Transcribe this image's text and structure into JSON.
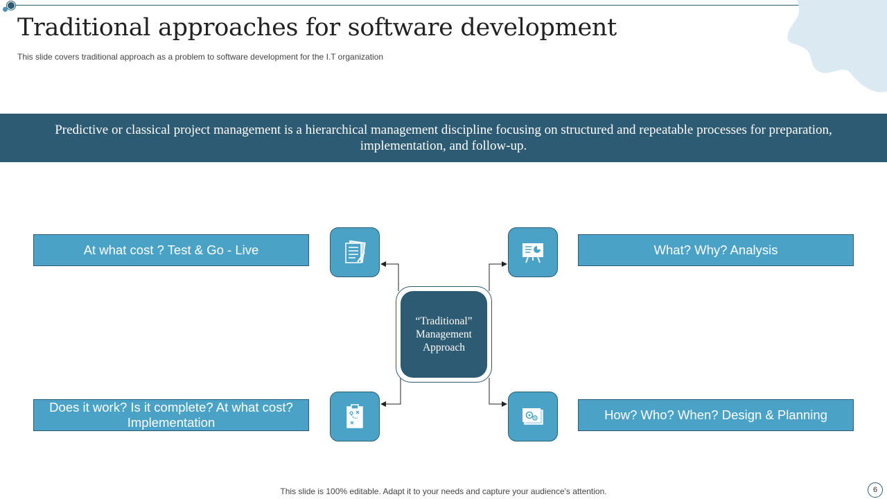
{
  "slide": {
    "title": "Traditional approaches for software development",
    "subtitle": "This slide covers traditional approach as a problem to software development for the I.T  organization",
    "banner_text": "Predictive or classical project management is a hierarchical management discipline focusing on structured and repeatable processes for preparation, implementation, and follow-up.",
    "footer": "This slide is 100% editable. Adapt it to your needs and capture your audience's attention.",
    "page_number": "6"
  },
  "diagram": {
    "center_label": "“Traditional” Management Approach",
    "nodes": {
      "top_left": {
        "label": "At what cost ? Test & Go - Live",
        "icon": "documents-icon"
      },
      "top_right": {
        "label": "What? Why? Analysis",
        "icon": "presentation-board-icon"
      },
      "bottom_left": {
        "label": "Does it work? Is it complete? At what cost? Implementation",
        "icon": "clipboard-strategy-icon"
      },
      "bottom_right": {
        "label": "How? Who? When? Design & Planning",
        "icon": "gear-papers-icon"
      }
    }
  },
  "colors": {
    "dark_teal": "#2d5b73",
    "light_blue": "#4aa3c6",
    "blob": "#dbe9f3"
  }
}
